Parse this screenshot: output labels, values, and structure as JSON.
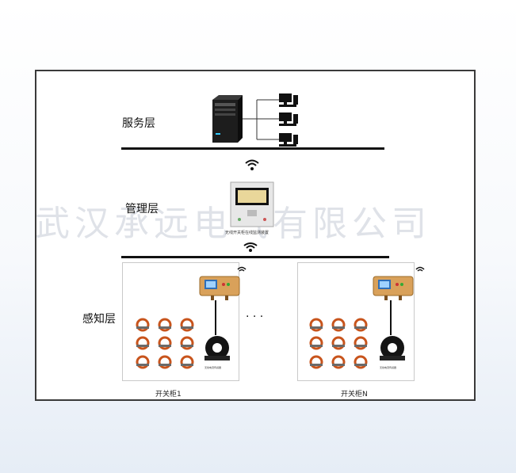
{
  "diagram": {
    "layers": {
      "service": "服务层",
      "management": "管理层",
      "sensing": "感知层"
    },
    "device_label": "无线开关柜在线监测装置",
    "watermark": "武汉承远电气有限公司",
    "cabinet_1_label": "开关柜1",
    "cabinet_n_label": "开关柜N",
    "ellipsis": "· · ·"
  }
}
